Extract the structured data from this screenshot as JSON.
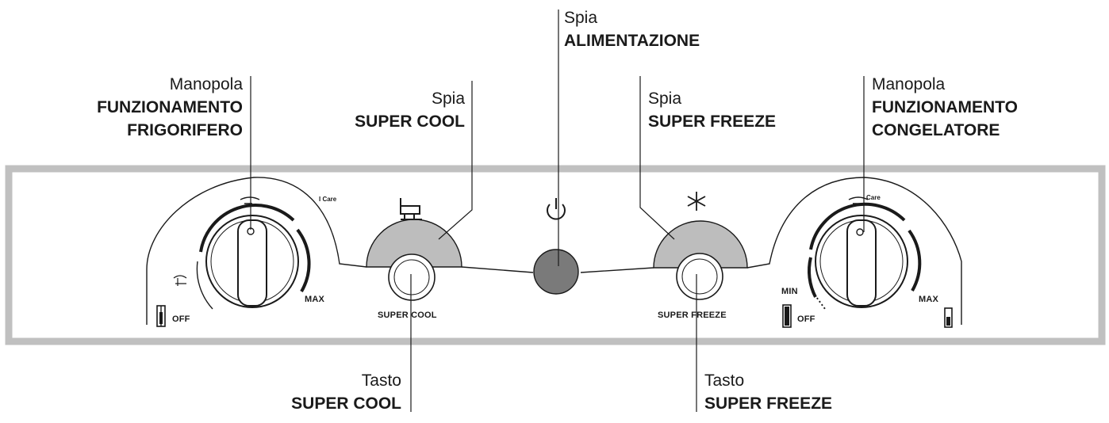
{
  "callouts": {
    "fridge_knob": {
      "line1": "Manopola",
      "line2": "FUNZIONAMENTO",
      "line3": "FRIGORIFERO"
    },
    "supercool_led": {
      "line1": "Spia",
      "line2": "SUPER COOL"
    },
    "power_led": {
      "line1": "Spia",
      "line2": "ALIMENTAZIONE"
    },
    "superfreeze_led": {
      "line1": "Spia",
      "line2": "SUPER FREEZE"
    },
    "freezer_knob": {
      "line1": "Manopola",
      "line2": "FUNZIONAMENTO",
      "line3": "CONGELATORE"
    },
    "supercool_button": {
      "line1": "Tasto",
      "line2": "SUPER COOL"
    },
    "superfreeze_button": {
      "line1": "Tasto",
      "line2": "SUPER FREEZE"
    }
  },
  "panel": {
    "fridge": {
      "off": "OFF",
      "max": "MAX",
      "care": "Care"
    },
    "supercool_button_label": "SUPER COOL",
    "superfreeze_button_label": "SUPER FREEZE",
    "freezer": {
      "off": "OFF",
      "min": "MIN",
      "max": "MAX",
      "care": "Care"
    }
  },
  "colors": {
    "panel_border": "#c0c0c0",
    "led_fill": "#bdbdbd",
    "power_led": "#7a7a7a",
    "ink": "#1a1a1a"
  },
  "icons": [
    "shopping-cart-icon",
    "power-icon",
    "snowflake-icon",
    "hand-care-icon",
    "off-switch-icon"
  ]
}
